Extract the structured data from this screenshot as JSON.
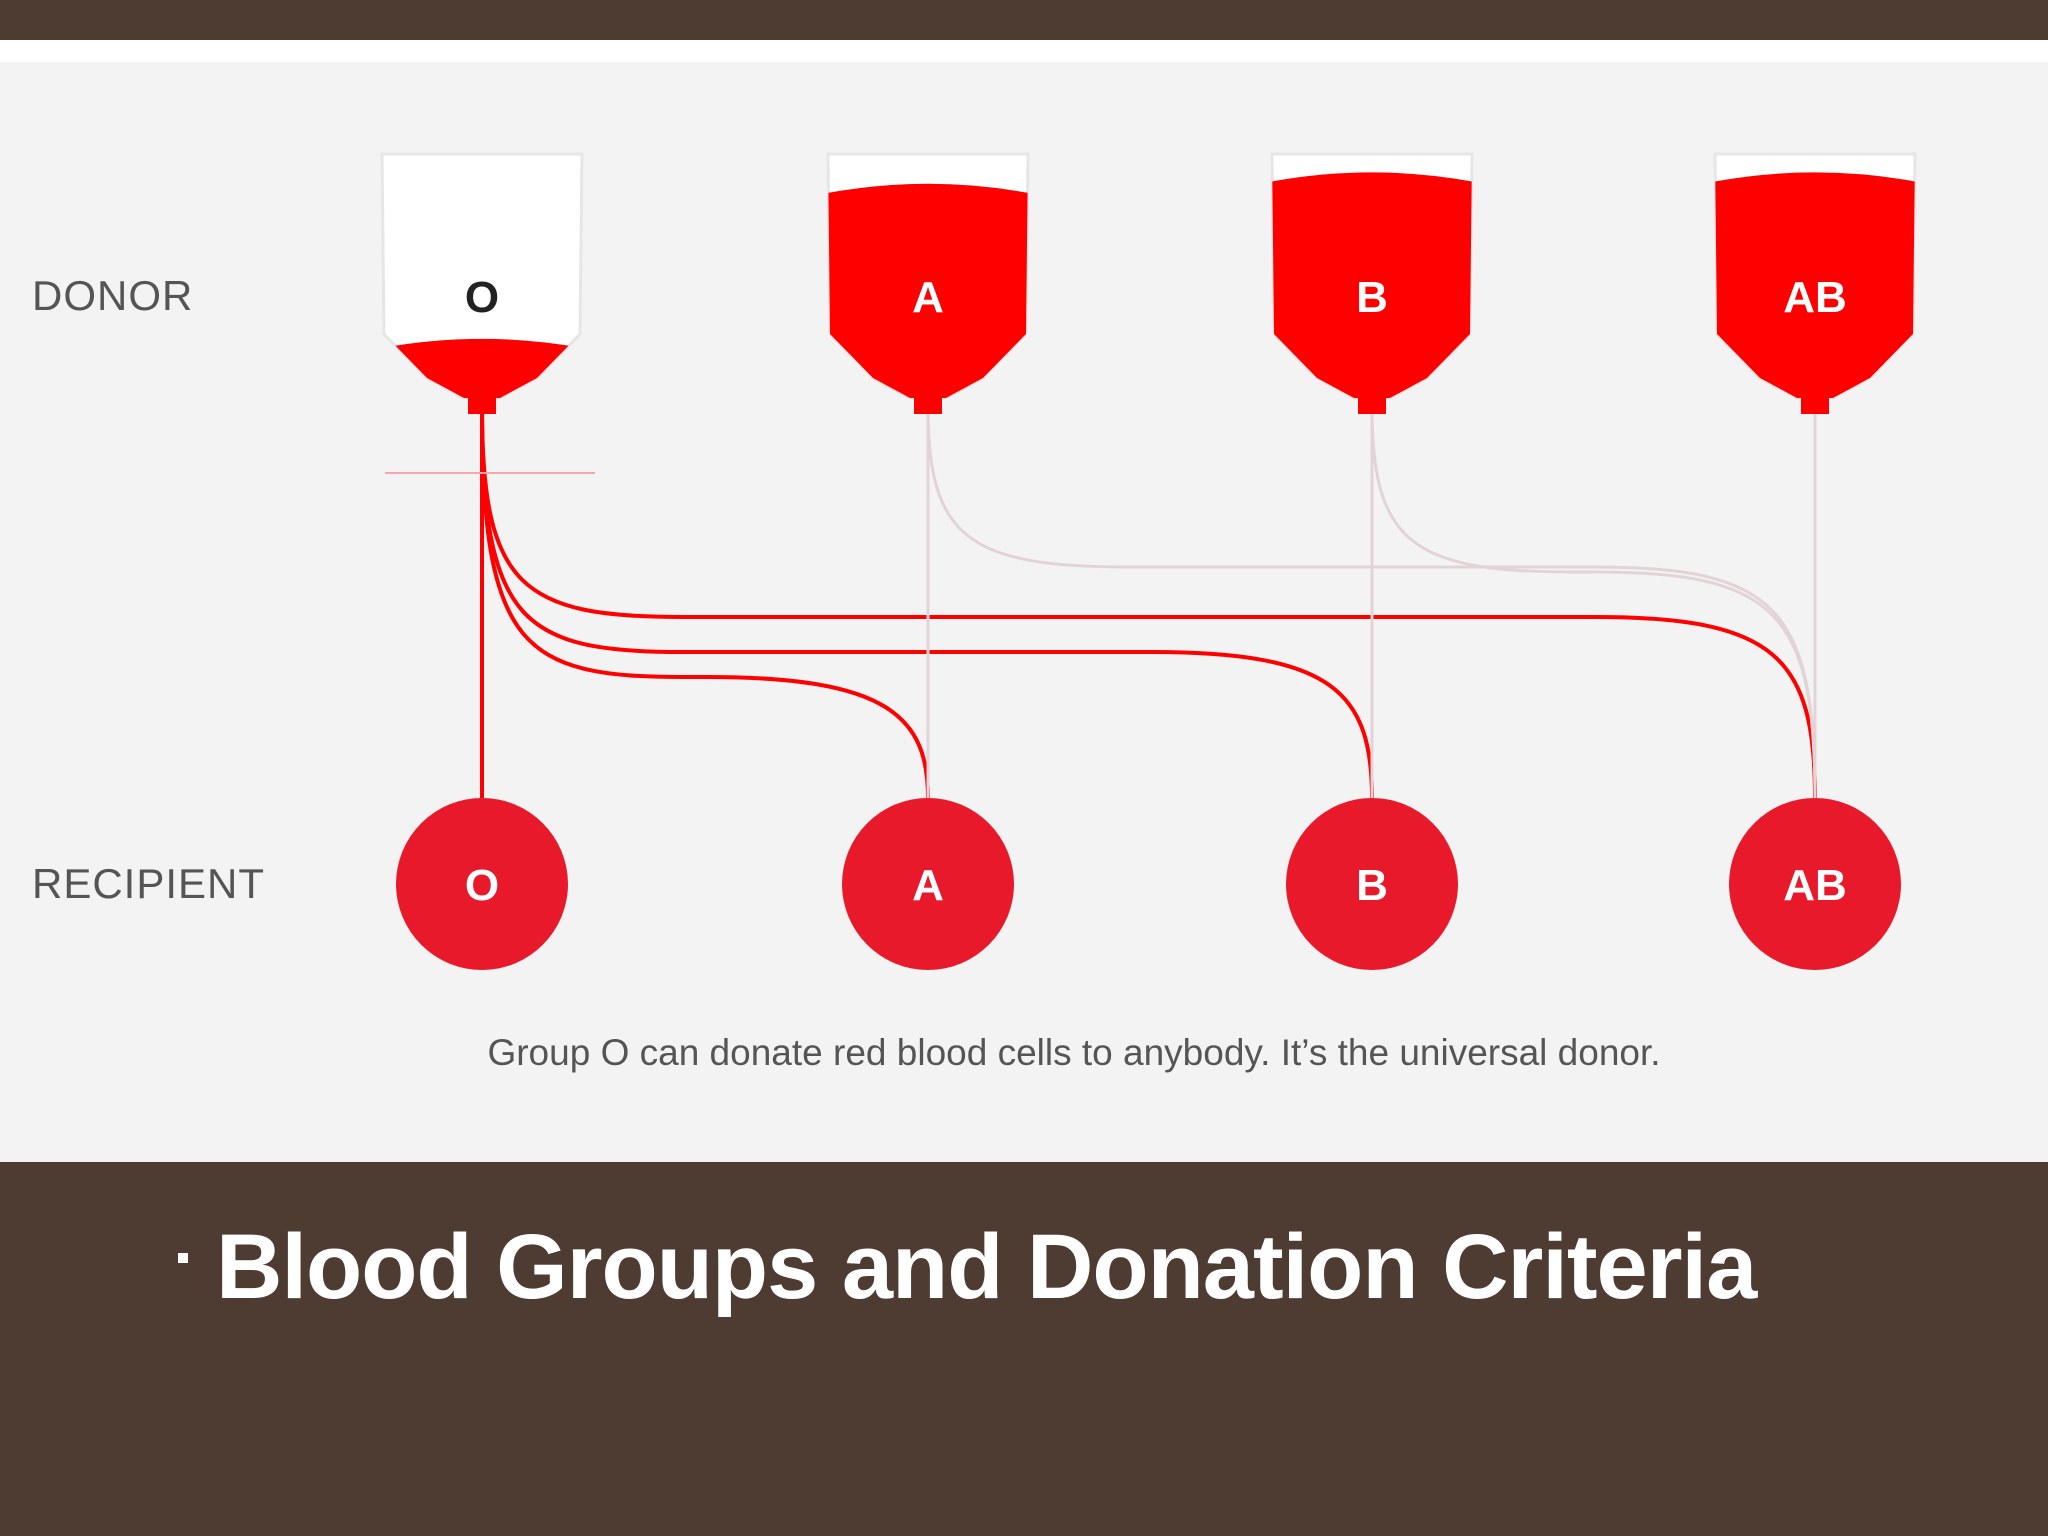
{
  "labels": {
    "donor": "DONOR",
    "recipient": "RECIPIENT"
  },
  "donors": [
    {
      "type": "O",
      "fill_level": 0.22
    },
    {
      "type": "A",
      "fill_level": 0.9
    },
    {
      "type": "B",
      "fill_level": 0.95
    },
    {
      "type": "AB",
      "fill_level": 0.95
    }
  ],
  "recipients": [
    {
      "type": "O"
    },
    {
      "type": "A"
    },
    {
      "type": "B"
    },
    {
      "type": "AB"
    }
  ],
  "highlighted_donor": "O",
  "compatibility": [
    {
      "from": "O",
      "to": "O"
    },
    {
      "from": "O",
      "to": "A"
    },
    {
      "from": "O",
      "to": "B"
    },
    {
      "from": "O",
      "to": "AB"
    },
    {
      "from": "A",
      "to": "A"
    },
    {
      "from": "A",
      "to": "AB"
    },
    {
      "from": "B",
      "to": "B"
    },
    {
      "from": "B",
      "to": "AB"
    },
    {
      "from": "AB",
      "to": "AB"
    }
  ],
  "caption": "Group O can donate red blood cells to anybody. It’s the universal donor.",
  "slide_title": "Blood Groups and Donation Criteria",
  "colors": {
    "blood_red": "#ff0000",
    "circle_red": "#e8192a",
    "faint_line": "#e2d4d6",
    "background_brown": "#4e3b31",
    "panel_gray": "#f3f3f3"
  }
}
